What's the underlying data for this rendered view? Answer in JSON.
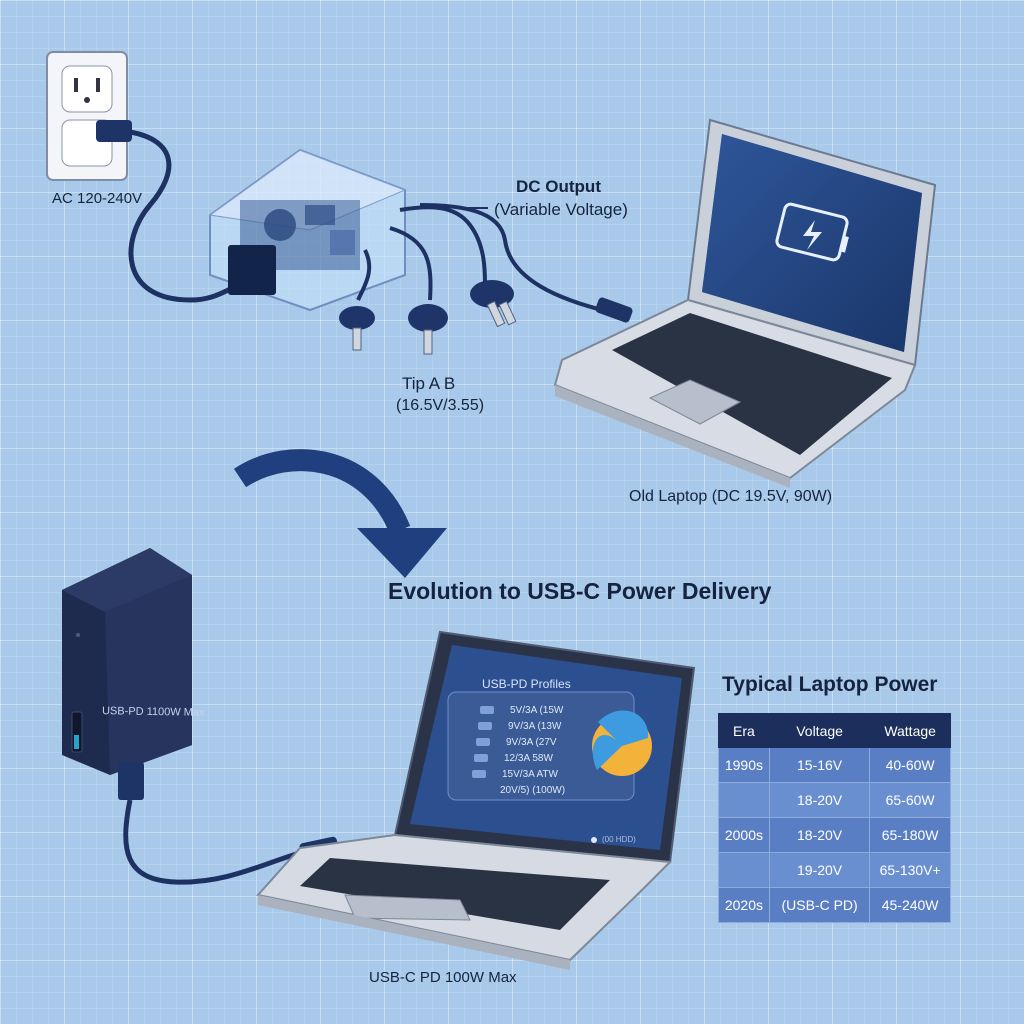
{
  "labels": {
    "ac_input": "AC 120-240V",
    "dc_output_line1": "DC Output",
    "dc_output_line2": "(Variable Voltage)",
    "tip_line1": "Tip A B",
    "tip_line2": "(16.5V/3.55)",
    "old_laptop": "Old Laptop (DC 19.5V, 90W)",
    "evolution_title": "Evolution to USB-C Power Delivery",
    "new_laptop": "USB-C PD 100W Max",
    "charger_text": "USB-PD 1100W Max"
  },
  "screen": {
    "title": "USB-PD Profiles",
    "profiles": [
      "5V/3A (15W",
      "9V/3A (13W",
      "9V/3A (27V",
      "12/3A 58W",
      "15V/3A ATW",
      "20V/5) (100W)"
    ],
    "small_text": "(00 HDD)"
  },
  "table": {
    "title": "Typical Laptop Power",
    "headers": [
      "Era",
      "Voltage",
      "Wattage"
    ],
    "rows": [
      [
        "1990s",
        "15-16V",
        "40-60W"
      ],
      [
        "",
        "18-20V",
        "65-60W"
      ],
      [
        "2000s",
        "18-20V",
        "65-180W"
      ],
      [
        "",
        "19-20V",
        "65-130V+"
      ],
      [
        "2020s",
        "(USB-C PD)",
        "45-240W"
      ]
    ]
  },
  "colors": {
    "background": "#a9c9ea",
    "navy": "#1b2e5c",
    "table_cell": "#5a7ec3",
    "screen_blue": "#2c4f8f",
    "laptop_silver": "#d7dde6"
  }
}
